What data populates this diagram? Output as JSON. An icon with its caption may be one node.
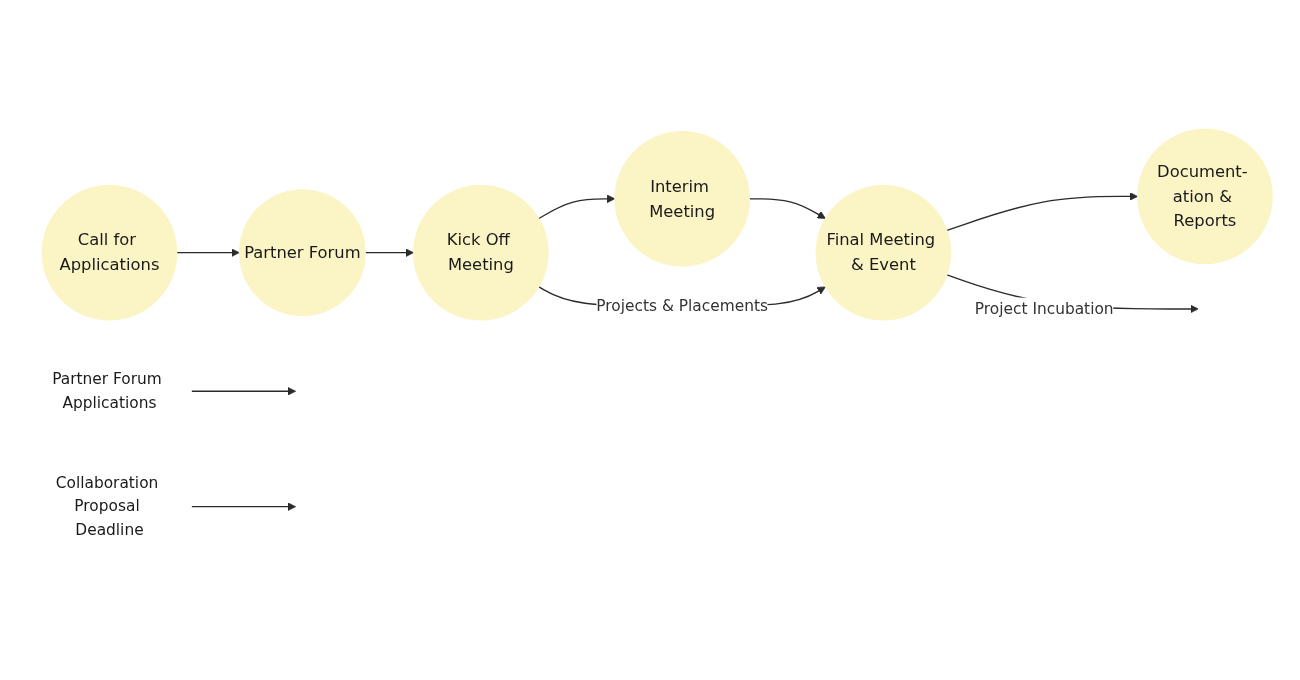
{
  "diagram": {
    "nodes": [
      {
        "text": [
          "Call for Applications"
        ]
      },
      {
        "text": [
          "Partner Forum"
        ]
      },
      {
        "text": [
          "Kick Off Meeting"
        ]
      },
      {
        "text": [
          "Interim Meeting"
        ]
      },
      {
        "text": [
          "Final Meeting & Event"
        ]
      },
      {
        "text": [
          "Document- ation & Reports"
        ]
      },
      {
        "text": [
          "Partner Forum Applications"
        ]
      },
      {
        "text": [
          "Collaboration Proposal Deadline"
        ]
      }
    ],
    "edges": [
      {
        "from": 0,
        "to": 1,
        "arrow": "to"
      },
      {
        "from": 1,
        "to": 2,
        "arrow": "to"
      },
      {
        "from": 2,
        "to": 3,
        "arrow": "to"
      },
      {
        "from": 3,
        "to": 4,
        "arrow": "to"
      },
      {
        "from": 4,
        "to": 5,
        "arrow": "to"
      },
      {
        "from": 6,
        "to": null,
        "arrow": "to"
      },
      {
        "from": 7,
        "to": null,
        "arrow": "to"
      },
      {
        "from": 2,
        "to": 4,
        "label": "Projects & Placements",
        "arrow": "to"
      },
      {
        "from": 4,
        "to": null,
        "label": "Project Incubation",
        "arrow": "to"
      }
    ]
  }
}
